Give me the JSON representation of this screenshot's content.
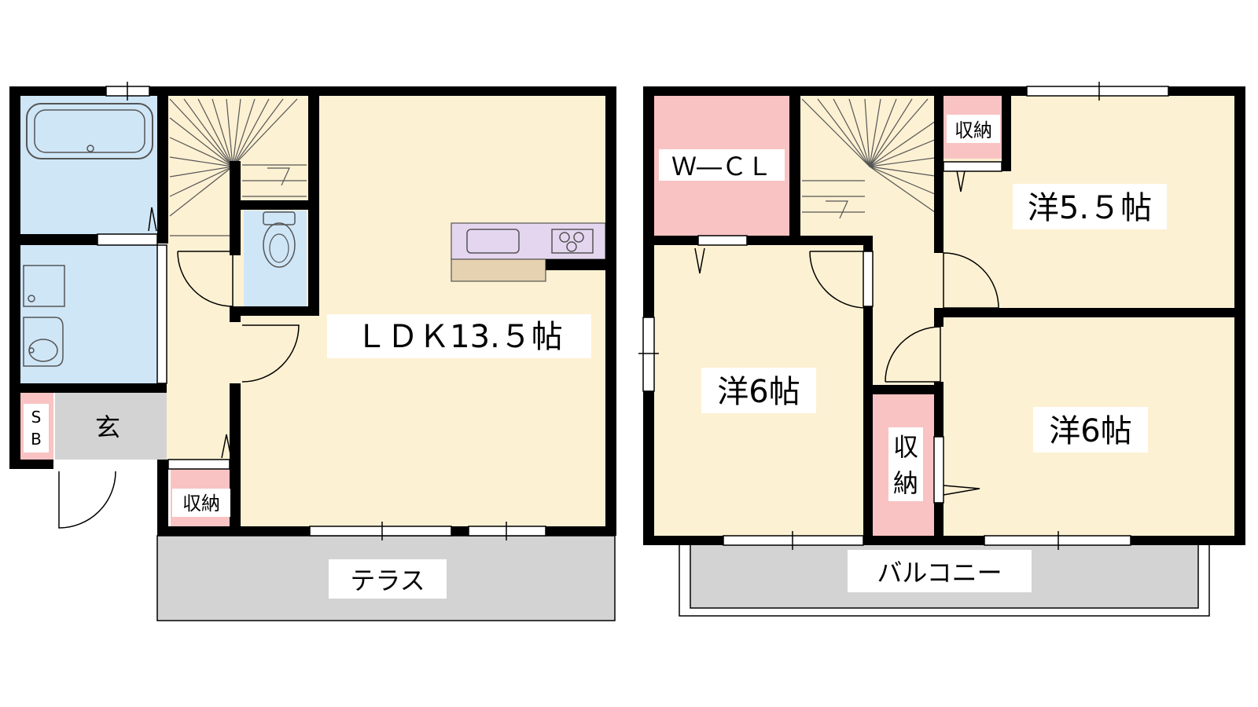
{
  "colors": {
    "room_floor": "#fdf1d3",
    "wet_area": "#cfe6f7",
    "storage": "#f9c3c3",
    "entrance": "#d3d3d3",
    "outdoor": "#d3d3d3",
    "kitchen": "#e5d6f0",
    "counter": "#e6d2b0",
    "wall": "#000000"
  },
  "floor1": {
    "ldk": "ＬＤＫ13.５帖",
    "entrance": "玄",
    "shoebox_s": "S",
    "shoebox_b": "B",
    "storage": "収納",
    "terrace": "テラス"
  },
  "floor2": {
    "wcl": "Ｗ―ＣＬ",
    "room_a": "洋6帖",
    "room_b": "洋5.５帖",
    "room_c": "洋6帖",
    "storage_top": "収納",
    "storage_mid_1": "収",
    "storage_mid_2": "納",
    "balcony": "バルコニー"
  },
  "icons": [
    "bathtub-icon",
    "washbasin-icon",
    "toilet-icon",
    "stove-icon",
    "sink-icon",
    "stairs-icon",
    "door-swing-icon",
    "window-icon"
  ]
}
